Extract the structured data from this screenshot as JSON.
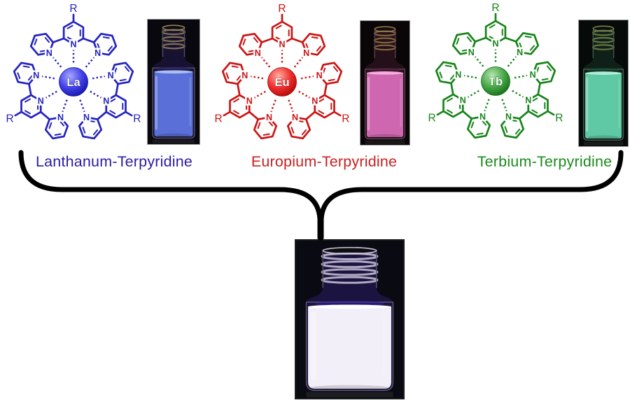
{
  "figure": {
    "background": "#ffffff",
    "connector_color": "#000000"
  },
  "complexes": [
    {
      "id": "la",
      "name_label": "Lanthanum-Terpyridine",
      "metal": "La",
      "n_label": "N",
      "r_label": "R",
      "color": "#2323c0",
      "label_color": "#2a1da5",
      "ball": {
        "light": "#a8a8ff",
        "mid": "#4040e8",
        "dark": "#1111a0"
      },
      "vial": {
        "bg": "#08080e",
        "glass_top": "#171232",
        "glass_edge": "#534d62",
        "thread": "#9c8a5a",
        "liquid": "#5a70d8",
        "surface": "#a9bff2",
        "accent": "#2a1e6a",
        "emission": "blue"
      }
    },
    {
      "id": "eu",
      "name_label": "Europium-Terpyridine",
      "metal": "Eu",
      "n_label": "N",
      "r_label": "R",
      "color": "#cc1414",
      "label_color": "#cb2121",
      "ball": {
        "light": "#ffb0a4",
        "mid": "#ee2c2c",
        "dark": "#a80606"
      },
      "vial": {
        "bg": "#0a0608",
        "glass_top": "#241018",
        "glass_edge": "#5a424e",
        "thread": "#9a7a4a",
        "liquid": "#cf66b0",
        "surface": "#f5aede",
        "accent": "#581a42",
        "emission": "pink"
      }
    },
    {
      "id": "tb",
      "name_label": "Terbium-Terpyridine",
      "metal": "Tb",
      "n_label": "N",
      "r_label": "R",
      "color": "#178419",
      "label_color": "#1d8a1d",
      "ball": {
        "light": "#b4e6ae",
        "mid": "#46a546",
        "dark": "#106710"
      },
      "vial": {
        "bg": "#060a08",
        "glass_top": "#0f2018",
        "glass_edge": "#475c4f",
        "thread": "#7a8a4e",
        "liquid": "#5ec9a4",
        "surface": "#b2ecd9",
        "accent": "#174f39",
        "emission": "green"
      }
    }
  ],
  "product": {
    "vial": {
      "bg": "#0a0a12",
      "glass_top": "#1b1340",
      "glass_edge": "#5e5870",
      "thread": "#d6d0e0",
      "liquid": "#f2eff8",
      "surface": "#ffffff",
      "accent": "#32219a",
      "wide": true,
      "emission": "white"
    }
  }
}
